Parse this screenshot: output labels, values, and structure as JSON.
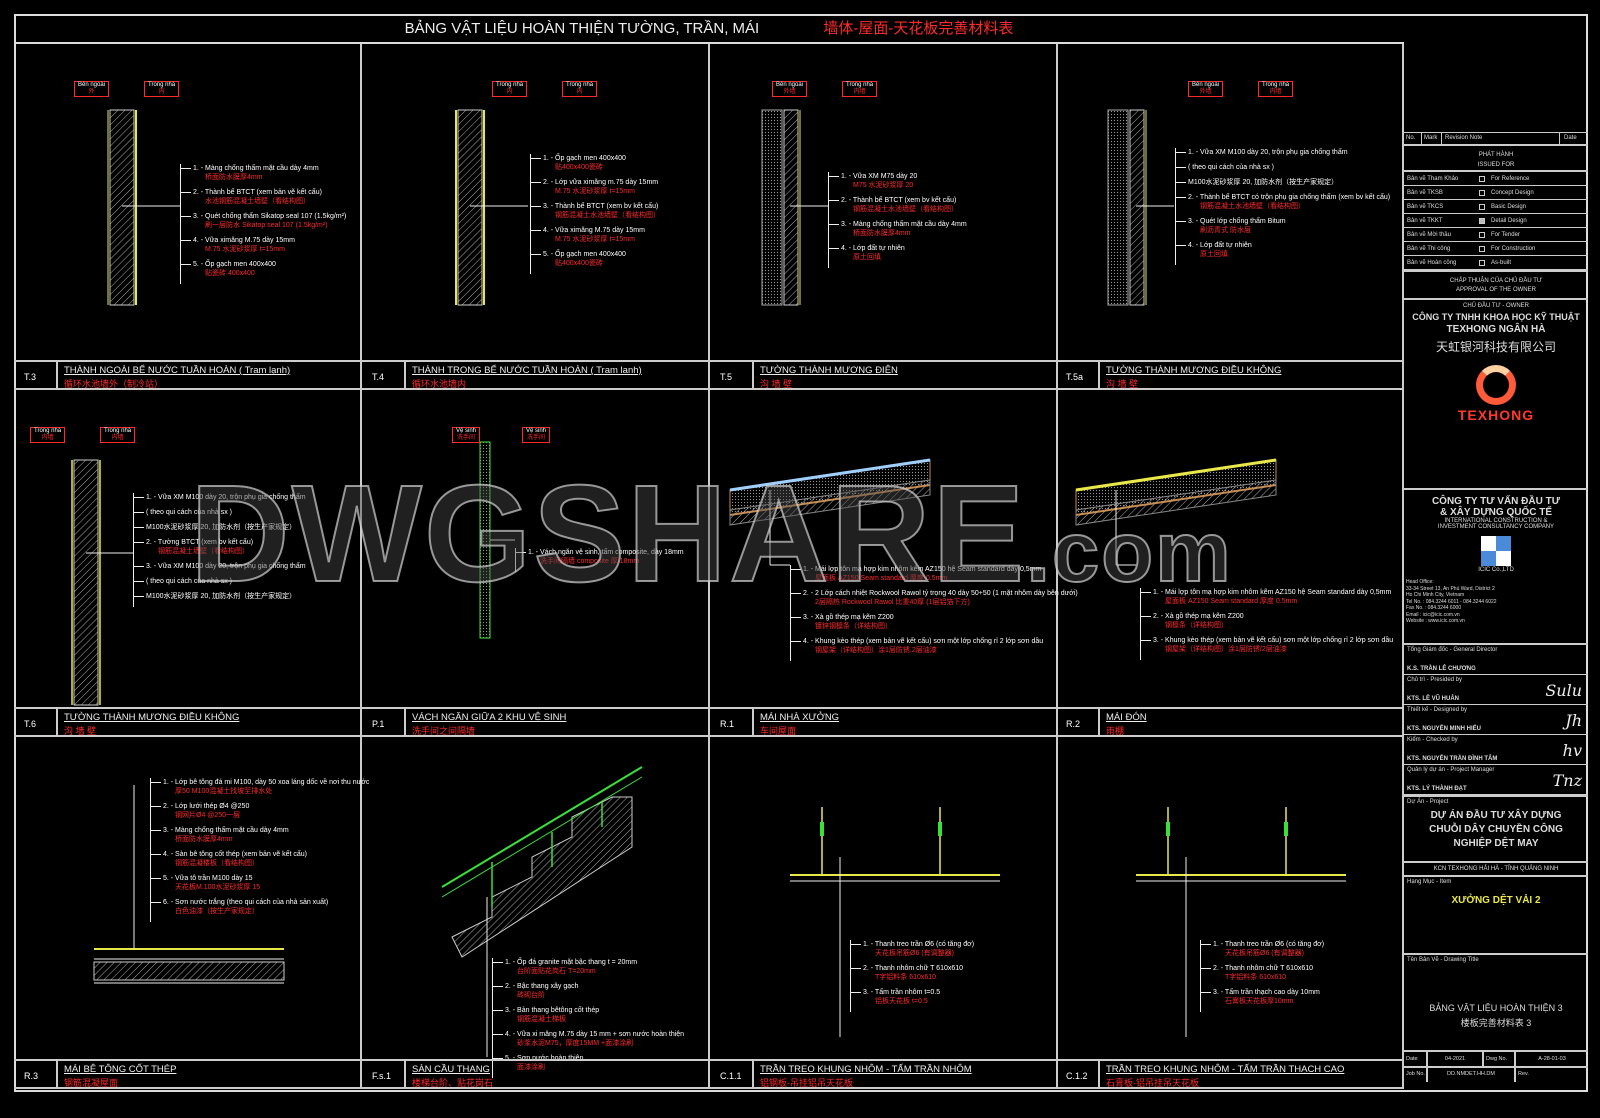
{
  "title": {
    "vi": "BẢNG VẬT LIỆU HOÀN THIỆN TƯỜNG, TRẦN, MÁI",
    "zh": "墙体-屋面-天花板完善材料表"
  },
  "watermark": {
    "main": "DWGSHARE",
    "suffix": ".com"
  },
  "colors": {
    "background": "#000000",
    "line": "#dddddd",
    "annotation_red": "#ff2a2a",
    "insulation_yellow": "#e8e84a",
    "rail_green": "#3adf3a"
  },
  "panels": [
    {
      "code": "T.3",
      "title": "THÀNH NGOÀI BỂ NƯỚC TUẦN HOÀN ( Tram lạnh)",
      "subtitle": "循环水池墙外（制冷站）",
      "drawing": "wall",
      "tags": [
        {
          "vi": "Bên ngoài",
          "zh": "外"
        },
        {
          "vi": "Trong nhà",
          "zh": "内"
        }
      ],
      "notes": [
        {
          "vi": "1. - Màng chống thấm mặt cầu dày 4mm",
          "zh": "桥面防水膜厚4mm"
        },
        {
          "vi": "2. - Thành bể BTCT (xem bản vẽ kết cấu)",
          "zh": "水池钢筋混凝土墙壁（看结构图）"
        },
        {
          "vi": "3. - Quét chống thấm Sikatop seal 107 (1.5kg/m²)",
          "zh": "刷一层防水 Sikatop seal 107 (1.5kg/m²)"
        },
        {
          "vi": "4. - Vữa ximăng M.75 dày 15mm",
          "zh": "M.75 水泥砂浆厚 t=15mm"
        },
        {
          "vi": "5. - Ốp gạch men 400x400",
          "zh": "贴瓷砖 400x400"
        }
      ]
    },
    {
      "code": "T.4",
      "title": "THÀNH TRONG BỂ NƯỚC TUẦN HOÀN ( Tram lanh)",
      "subtitle": "循环水池墙内",
      "drawing": "wall2",
      "tags": [
        {
          "vi": "Trong nhà",
          "zh": "内"
        },
        {
          "vi": "Trong nhà",
          "zh": "内"
        }
      ],
      "notes": [
        {
          "vi": "1. - Ốp gạch men 400x400",
          "zh": "贴400x400瓷砖"
        },
        {
          "vi": "2. - Lớp vữa ximăng m.75 dày 15mm",
          "zh": "M.75 水泥砂浆厚 t=15mm"
        },
        {
          "vi": "3. - Thành bể BTCT (xem bv kết cấu)",
          "zh": "钢筋混凝土水池墙壁（看结构图）"
        },
        {
          "vi": "4. - Vữa ximăng M.75 dày 15mm",
          "zh": "M.75 水泥砂浆厚 t=15mm"
        },
        {
          "vi": "5. - Ốp gạch men 400x400",
          "zh": "贴400x400瓷砖"
        }
      ]
    },
    {
      "code": "T.5",
      "title": "TƯỜNG THÀNH MƯƠNG ĐIỆN",
      "subtitle": "沟 墙 壁",
      "drawing": "wall3",
      "tags": [
        {
          "vi": "Bên ngoài",
          "zh": "外墙"
        },
        {
          "vi": "Trong nhà",
          "zh": "内墙"
        }
      ],
      "notes": [
        {
          "vi": "1. - Vữa XM M75 dày 20",
          "zh": "M75 水泥砂浆厚 20"
        },
        {
          "vi": "2. - Thành bể BTCT (xem bv kết cấu)",
          "zh": "钢筋混凝土水池墙壁（看结构图）"
        },
        {
          "vi": "3. - Màng chống thấm mặt cầu dày 4mm",
          "zh": "桥面防水膜厚4mm"
        },
        {
          "vi": "4. - Lớp đất tự nhiên",
          "zh": "原土回填"
        }
      ]
    },
    {
      "code": "T.5a",
      "title": "TƯỜNG THÀNH MƯƠNG ĐIỀU KHÔNG",
      "subtitle": "沟 墙 壁",
      "drawing": "wall3",
      "tags": [
        {
          "vi": "Bên ngoài",
          "zh": "外墙"
        },
        {
          "vi": "Trong nhà",
          "zh": "内墙"
        }
      ],
      "notes": [
        {
          "vi": "1. - Vữa XM M100 dày 20, trộn phụ gia chống thấm",
          "zh": ""
        },
        {
          "vi": "( theo qui cách của nhà sx )",
          "zh": ""
        },
        {
          "vi": "M100水泥砂浆厚 20, 加防水剂（按生产家规定）",
          "zh": ""
        },
        {
          "vi": "2. - Thành bể BTCT có trộn phụ gia chống thấm (xem bv kết cấu)",
          "zh": "钢筋混凝土水池墙壁（看结构图）"
        },
        {
          "vi": "3. - Quét lớp chống thấm Bitum",
          "zh": "刷沥青式 防水层"
        },
        {
          "vi": "4. - Lớp đất tự nhiên",
          "zh": "原土回填"
        }
      ]
    },
    {
      "code": "T.6",
      "title": "TƯỜNG THÀNH MƯƠNG ĐIỀU KHÔNG",
      "subtitle": "沟 墙 壁",
      "drawing": "tallwall",
      "tags": [
        {
          "vi": "Trong nhà",
          "zh": "内墙"
        },
        {
          "vi": "Trong nhà",
          "zh": "内墙"
        }
      ],
      "notes": [
        {
          "vi": "1. - Vữa XM M100 dày 20, trộn phụ gia chống thấm",
          "zh": ""
        },
        {
          "vi": "( theo qui cách của nhà sx )",
          "zh": ""
        },
        {
          "vi": "M100水泥砂浆厚 20, 加防水剂（按生产家规定）",
          "zh": ""
        },
        {
          "vi": "2. - Tường BTCT (xem bv kết cấu)",
          "zh": "钢筋混凝土墙壁（看结构图）"
        },
        {
          "vi": "3. - Vữa XM M100 dày 20, trộn phụ gia chống thấm",
          "zh": ""
        },
        {
          "vi": "( theo qui cách của nhà sx )",
          "zh": ""
        },
        {
          "vi": "M100水泥砂浆厚 20, 加防水剂（按生产家规定）",
          "zh": ""
        }
      ]
    },
    {
      "code": "P.1",
      "title": "VÁCH NGĂN GIỮA 2 KHU VỆ SINH",
      "subtitle": "洗手间之间隔墙",
      "drawing": "partition",
      "tags": [
        {
          "vi": "Vệ sinh",
          "zh": "洗手间"
        },
        {
          "vi": "Vệ sinh",
          "zh": "洗手间"
        }
      ],
      "notes": [
        {
          "vi": "1. - Vách ngăn vệ sinh, tấm composite, dày 18mm",
          "zh": "洗手间隔墙 composite 厚 18mm"
        }
      ]
    },
    {
      "code": "R.1",
      "title": "MÁI NHÀ XƯỞNG",
      "subtitle": "车间屋面",
      "drawing": "roof1",
      "tags": [],
      "notes": [
        {
          "vi": "1. - Mái lợp tôn mạ hợp kim nhôm kẽm AZ150 hệ Seam standard dày 0,5mm",
          "zh": "屋面板 AZ150 Seam standard 厚度 0.5mm"
        },
        {
          "vi": "2. - 2 Lớp cách nhiệt Rockwool Rawol tỷ trọng 40 dày 50+50 (1 mặt nhôm dày bên dưới)",
          "zh": "2层隔热 Rockwool Rawol 比重40厚 (1层铝箔下方)"
        },
        {
          "vi": "3. - Xà gồ thép mạ kẽm Z200",
          "zh": "镀锌钢檩条（详结构图）"
        },
        {
          "vi": "4. - Khung kèo thép (xem bản vẽ kết cấu) sơn một lớp chống rỉ 2 lớp sơn dầu",
          "zh": "钢屋架（详结构图）涂1层防锈,2层油漆"
        }
      ]
    },
    {
      "code": "R.2",
      "title": "MÁI ĐÓN",
      "subtitle": "雨棚",
      "drawing": "roof2",
      "tags": [],
      "notes": [
        {
          "vi": "1. - Mái lợp tôn mạ hợp kim nhôm kẽm AZ150 hệ Seam standard dày 0,5mm",
          "zh": "屋面板 AZ150 Seam standard 厚度 0.5mm"
        },
        {
          "vi": "2. - Xà gồ thép mạ kẽm Z200",
          "zh": "钢檩条（详结构图）"
        },
        {
          "vi": "3. - Khung kèo thép (xem bản vẽ kết cấu) sơn một lớp chống rỉ 2 lớp sơn dầu",
          "zh": "钢屋架（详结构图）涂1层防锈/2层油漆"
        }
      ]
    },
    {
      "code": "R.3",
      "title": "MÁI BÊ TÔNG CỐT THÉP",
      "subtitle": "钢筋混凝屋面",
      "drawing": "slab",
      "tags": [],
      "notes": [
        {
          "vi": "1. - Lớp bê tông đá mi M100, dày 50 xoa láng dốc về nơi thu nước",
          "zh": "厚50 M100混凝土找坡至排水处"
        },
        {
          "vi": "2. - Lớp lưới thép Ø4 @250",
          "zh": "钢网片Ø4 @250一层"
        },
        {
          "vi": "3. - Màng chống thấm mặt cầu dày 4mm",
          "zh": "桥面防水膜厚4mm"
        },
        {
          "vi": "4. - Sàn bê tông cốt thép (xem bản vẽ kết cấu)",
          "zh": "钢筋混凝楼板（看结构图）"
        },
        {
          "vi": "5. - Vữa tô trần M100 dày 15",
          "zh": "天花板M.100水泥砂浆厚 15"
        },
        {
          "vi": "6. - Sơn nước trắng (theo qui cách của nhà sản xuất)",
          "zh": "白色油漆（按生产家规定）"
        }
      ]
    },
    {
      "code": "F.s.1",
      "title": "SÀN CẦU THANG",
      "subtitle": "楼梯台阶、贴花岗石",
      "drawing": "stair",
      "tags": [],
      "notes": [
        {
          "vi": "1. - Ốp đá granite mặt bậc thang t = 20mm",
          "zh": "台阶面贴花岗石 T=20mm"
        },
        {
          "vi": "2. - Bậc thang xây gạch",
          "zh": "砖砌台阶"
        },
        {
          "vi": "3. - Bản thang bêtông cốt thép",
          "zh": "钢筋混凝土梯板"
        },
        {
          "vi": "4. - Vữa xi măng M.75 dày 15 mm + sơn nước hoàn thiện",
          "zh": "砂浆水泥M75，厚度15MM +面漆涂刷"
        },
        {
          "vi": "5. - Sơn nước hoàn thiện",
          "zh": "面漆涂刷"
        }
      ]
    },
    {
      "code": "C.1.1",
      "title": "TRẦN TREO KHUNG NHÔM - TẤM TRẦN NHÔM",
      "subtitle": "铝钢板-吊挂铝吊天花板",
      "drawing": "ceiling",
      "tags": [],
      "notes": [
        {
          "vi": "1. - Thanh treo trần Ø6 (có tăng đơ)",
          "zh": "天花板吊筋Ø6 (有调整器)"
        },
        {
          "vi": "2. - Thanh nhôm chữ T 610x610",
          "zh": "T字铝料条 610x610"
        },
        {
          "vi": "3. - Tấm trần nhôm t=0.5",
          "zh": "铝板天花板 t=0.5"
        }
      ]
    },
    {
      "code": "C.1.2",
      "title": "TRẦN TREO KHUNG NHÔM - TẤM TRẦN THẠCH CAO",
      "subtitle": "石膏板-铝吊挂吊天花板",
      "drawing": "ceiling",
      "tags": [],
      "notes": [
        {
          "vi": "1. - Thanh treo trần Ø6 (có tăng đơ)",
          "zh": "天花板吊筋Ø6 (有调整器)"
        },
        {
          "vi": "2. - Thanh nhôm chữ T 610x610",
          "zh": "T字铝料条 610x610"
        },
        {
          "vi": "3. - Tấm trần thạch cao dày 10mm",
          "zh": "石膏板天花板厚10mm"
        }
      ]
    }
  ],
  "title_block": {
    "revision_headers": [
      "No.",
      "Mark",
      "Revision Note",
      "Date"
    ],
    "issued_for": {
      "vi": "PHÁT HÀNH",
      "en": "ISSUED FOR"
    },
    "issues": [
      {
        "vi": "Bản vẽ Tham Khảo",
        "en": "For Reference",
        "checked": false
      },
      {
        "vi": "Bản vẽ TKSB",
        "en": "Concept Design",
        "checked": false
      },
      {
        "vi": "Bản vẽ TKCS",
        "en": "Basic Design",
        "checked": false
      },
      {
        "vi": "Bản vẽ TKKT",
        "en": "Detail Design",
        "checked": true
      },
      {
        "vi": "Bản vẽ Mời thầu",
        "en": "For Tender",
        "checked": false
      },
      {
        "vi": "Bản vẽ Thi công",
        "en": "For Construction",
        "checked": false
      },
      {
        "vi": "Bản vẽ Hoàn công",
        "en": "As-built",
        "checked": false
      }
    ],
    "approval": {
      "vi": "CHẤP THUẬN CỦA CHỦ ĐẦU TƯ",
      "en": "APPROVAL OF THE OWNER"
    },
    "owner": {
      "label": "CHỦ ĐẦU TƯ - OWNER",
      "name1": "CÔNG TY TNHH KHOA HỌC KỸ THUẬT",
      "name2": "TEXHONG NGÂN HÀ",
      "name_zh": "天虹银河科技有限公司",
      "logo_text": "TEXHONG"
    },
    "consultant": {
      "vi1": "CÔNG TY TƯ VẤN ĐẦU TƯ",
      "vi2": "& XÂY DỰNG QUỐC TẾ",
      "en1": "INTERNATIONAL CONSTRUCTION &",
      "en2": "INVESTMENT CONSULTANCY COMPANY",
      "logo_caption": "ICIC Co.,LTD",
      "address": [
        "Head Office:",
        "33-34 Street 13, An Phú Ward, District 2",
        "Ho Chi Minh City, Vietnam",
        "Tel No.   : 084.3244 6011 - 084.3244 6022",
        "Fax No.   : 084.3244 6000",
        "Email      : icic@icic.com.vn",
        "Website  : www.icic.com.vn"
      ]
    },
    "roles": [
      {
        "label": "Tổng Giám đốc - General Director",
        "name": "K.S. TRẦN LÊ CHƯƠNG",
        "sig": ""
      },
      {
        "label": "Chủ trì - Presided by",
        "name": "KTS. LÊ VŨ HUÂN",
        "sig": "Sulu"
      },
      {
        "label": "Thiết kế - Designed by",
        "name": "KTS. NGUYỄN MINH HIẾU",
        "sig": "Jh"
      },
      {
        "label": "Kiểm - Checked by",
        "name": "KTS. NGUYỄN TRẦN ĐÌNH TÂM",
        "sig": "hv"
      },
      {
        "label": "Quản lý dự án - Project Manager",
        "name": "KTS. LÝ THÀNH ĐẠT",
        "sig": "Tnz"
      }
    ],
    "project": {
      "label": "Dự Án - Project",
      "l1": "DỰ ÁN ĐẦU TƯ XÂY DỰNG",
      "l2": "CHUỖI DÂY CHUYỀN CÔNG",
      "l3": "NGHIỆP DỆT MAY",
      "location": "KCN TEXHONG HẢI HÀ - TỈNH QUẢNG NINH"
    },
    "item": {
      "label": "Hạng Mục - Item",
      "value": "XƯỞNG DỆT VẢI 2"
    },
    "drawing_title": {
      "label": "Tên Bản Vẽ - Drawing Title",
      "vi": "BẢNG VẬT LIỆU HOÀN THIỆN 3",
      "zh": "楼板完善材料表 3"
    },
    "footer": {
      "date_label": "Date",
      "date": "04-2021",
      "dwg_label": "Dwg No.",
      "dwg": "A-28-01-03",
      "job_label": "Job No.",
      "job": "DD.NMDET.HH.DM",
      "rev_label": "Rev."
    }
  }
}
